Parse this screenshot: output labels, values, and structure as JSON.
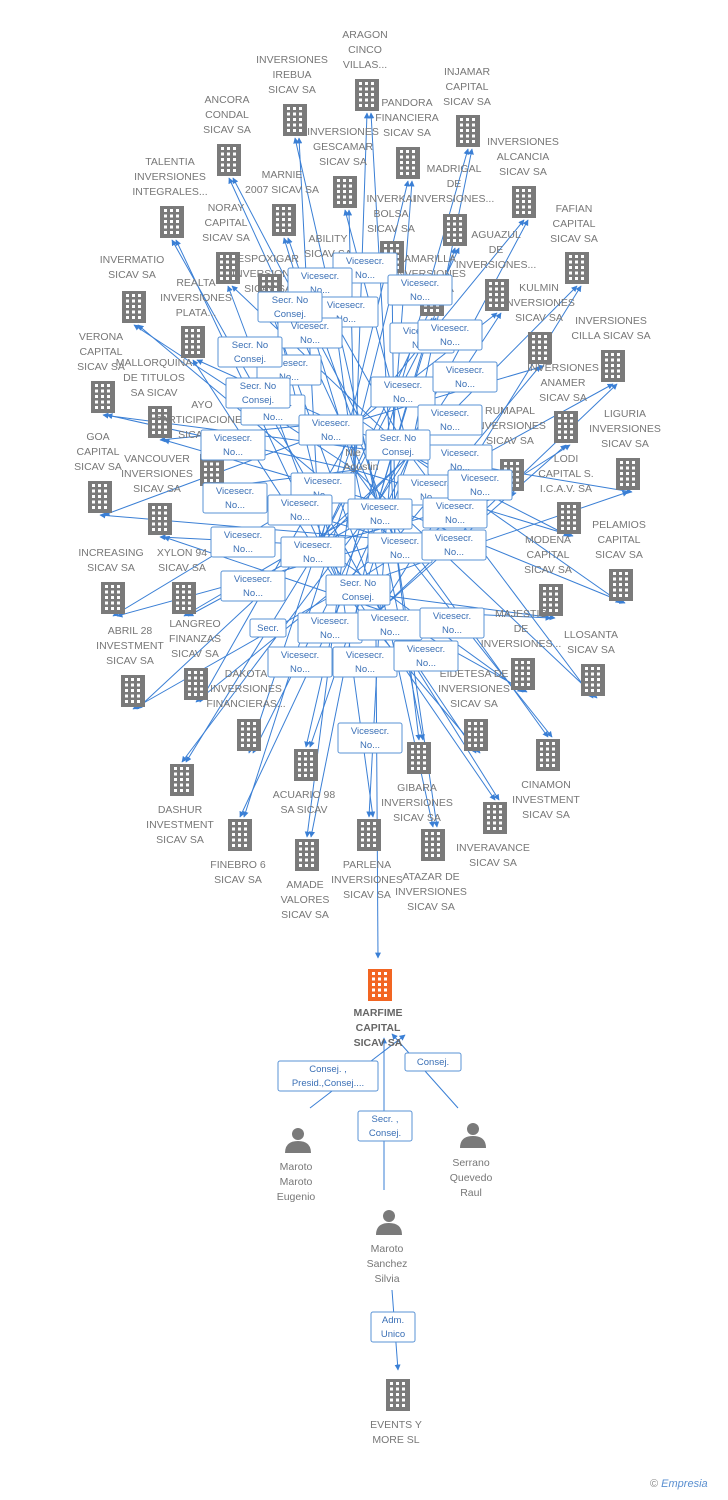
{
  "focus": {
    "label": [
      "MARFIME",
      "CAPITAL",
      "SICAV SA"
    ]
  },
  "companies": [
    {
      "id": "aragon",
      "label": [
        "ARAGON",
        "CINCO",
        "VILLAS..."
      ]
    },
    {
      "id": "irebua",
      "label": [
        "INVERSIONES",
        "IREBUA",
        "SICAV SA"
      ]
    },
    {
      "id": "injamar",
      "label": [
        "INJAMAR",
        "CAPITAL",
        "SICAV SA"
      ]
    },
    {
      "id": "ancora",
      "label": [
        "ANCORA",
        "CONDAL",
        "SICAV SA"
      ]
    },
    {
      "id": "pandora",
      "label": [
        "PANDORA",
        "FINANCIERA",
        "SICAV SA"
      ]
    },
    {
      "id": "gescamar",
      "label": [
        "INVERSIONES",
        "GESCAMAR",
        "SICAV SA"
      ]
    },
    {
      "id": "alcancia",
      "label": [
        "INVERSIONES",
        "ALCANCIA",
        "SICAV SA"
      ]
    },
    {
      "id": "talentia",
      "label": [
        "TALENTIA",
        "INVERSIONES",
        "INTEGRALES..."
      ]
    },
    {
      "id": "marnie",
      "label": [
        "MARNIE",
        "2007 SICAV SA"
      ]
    },
    {
      "id": "madrigal",
      "label": [
        "MADRIGAL",
        "DE",
        "INVERSIONES..."
      ]
    },
    {
      "id": "noray",
      "label": [
        "NORAY",
        "CAPITAL",
        "SICAV SA"
      ]
    },
    {
      "id": "inverkai",
      "label": [
        "INVERKAI",
        "BOLSA",
        "SICAV SA"
      ]
    },
    {
      "id": "fafian",
      "label": [
        "FAFIAN",
        "CAPITAL",
        "SICAV SA"
      ]
    },
    {
      "id": "ability",
      "label": [
        "ABILITY",
        "SICAV SA"
      ]
    },
    {
      "id": "aguazul",
      "label": [
        "AGUAZUL",
        "DE",
        "INVERSIONES..."
      ]
    },
    {
      "id": "espoxigar",
      "label": [
        "ESPOXIGAR",
        "INVERSIONES",
        "SICAV SA"
      ]
    },
    {
      "id": "invermatio",
      "label": [
        "INVERMATIO",
        "SICAV SA"
      ]
    },
    {
      "id": "amarilla",
      "label": [
        "AMARILLA",
        "INVERSIONES",
        "SICAV SA"
      ]
    },
    {
      "id": "realta",
      "label": [
        "REALTA",
        "INVERSIONES",
        "PLATA..."
      ]
    },
    {
      "id": "kulmin",
      "label": [
        "KULMIN",
        "INVERSIONES",
        "SICAV SA"
      ]
    },
    {
      "id": "cilla",
      "label": [
        "INVERSIONES",
        "CILLA SICAV SA"
      ]
    },
    {
      "id": "verona",
      "label": [
        "VERONA",
        "CAPITAL",
        "SICAV SA"
      ]
    },
    {
      "id": "mallorquina",
      "label": [
        "MALLORQUINA",
        "DE TITULOS",
        "SA SICAV"
      ]
    },
    {
      "id": "anamer",
      "label": [
        "INVERSIONES",
        "ANAMER",
        "SICAV SA"
      ]
    },
    {
      "id": "ayo",
      "label": [
        "AYO",
        "PARTICIPACIONES",
        "SICAV SA"
      ]
    },
    {
      "id": "rumapal",
      "label": [
        "RUMAPAL",
        "INVERSIONES",
        "SICAV SA"
      ]
    },
    {
      "id": "liguria",
      "label": [
        "LIGURIA",
        "INVERSIONES",
        "SICAV SA"
      ]
    },
    {
      "id": "goa",
      "label": [
        "GOA",
        "CAPITAL",
        "SICAV SA"
      ]
    },
    {
      "id": "vancouver",
      "label": [
        "VANCOUVER",
        "INVERSIONES",
        "SICAV SA"
      ]
    },
    {
      "id": "lodi",
      "label": [
        "LODI",
        "CAPITAL S.",
        "I.C.A.V. SA"
      ]
    },
    {
      "id": "pelamios",
      "label": [
        "PELAMIOS",
        "CAPITAL",
        "SICAV SA"
      ]
    },
    {
      "id": "modena",
      "label": [
        "MODENA",
        "CAPITAL",
        "SICAV SA"
      ]
    },
    {
      "id": "increasing",
      "label": [
        "INCREASING",
        "SICAV SA"
      ]
    },
    {
      "id": "xylon",
      "label": [
        "XYLON 94",
        "SICAV SA"
      ]
    },
    {
      "id": "abril",
      "label": [
        "ABRIL 28",
        "INVESTMENT",
        "SICAV SA"
      ]
    },
    {
      "id": "langreo",
      "label": [
        "LANGREO",
        "FINANZAS",
        "SICAV SA"
      ]
    },
    {
      "id": "majestic",
      "label": [
        "MAJESTIC",
        "DE",
        "INVERSIONES..."
      ]
    },
    {
      "id": "llosanta",
      "label": [
        "LLOSANTA",
        "SICAV SA"
      ]
    },
    {
      "id": "dakota",
      "label": [
        "DAKOTA",
        "INVERSIONES",
        "FINANCIERAS..."
      ]
    },
    {
      "id": "eidetesa",
      "label": [
        "EIDETESA DE",
        "INVERSIONES",
        "SICAV SA"
      ]
    },
    {
      "id": "cinamon",
      "label": [
        "CINAMON",
        "INVESTMENT",
        "SICAV SA"
      ]
    },
    {
      "id": "dashur",
      "label": [
        "DASHUR",
        "INVESTMENT",
        "SICAV SA"
      ]
    },
    {
      "id": "acuario",
      "label": [
        "ACUARIO 98",
        "SA SICAV"
      ]
    },
    {
      "id": "gibara",
      "label": [
        "GIBARA",
        "INVERSIONES",
        "SICAV SA"
      ]
    },
    {
      "id": "inveravance",
      "label": [
        "INVERAVANCE",
        "SICAV SA"
      ]
    },
    {
      "id": "finebro",
      "label": [
        "FINEBRO 6",
        "SICAV SA"
      ]
    },
    {
      "id": "amade",
      "label": [
        "AMADE",
        "VALORES",
        "SICAV SA"
      ]
    },
    {
      "id": "parlena",
      "label": [
        "PARLENA",
        "INVERSIONES",
        "SICAV SA"
      ]
    },
    {
      "id": "atazar",
      "label": [
        "ATAZAR DE",
        "INVERSIONES",
        "SICAV SA"
      ]
    },
    {
      "id": "events",
      "label": [
        "EVENTS Y",
        "MORE SL"
      ]
    }
  ],
  "people": [
    {
      "id": "eugenio",
      "label": [
        "Maroto",
        "Maroto",
        "Eugenio"
      ]
    },
    {
      "id": "raul",
      "label": [
        "Serrano",
        "Quevedo",
        "Raul"
      ]
    },
    {
      "id": "silvia",
      "label": [
        "Maroto",
        "Sanchez",
        "Silvia"
      ]
    }
  ],
  "hub_label_fragments": [
    "Nie",
    "Agustin"
  ],
  "edge_labels": {
    "vicesecr": [
      "Vicesecr.",
      "No..."
    ],
    "secr_no_consej": [
      "Secr.  No",
      "Consej."
    ],
    "secr": [
      "Secr."
    ],
    "eugenio_focus": [
      "Consej. ,",
      "Presid.,Consej...."
    ],
    "silvia_focus": [
      "Secr. ,",
      "Consej."
    ],
    "raul_focus": [
      "Consej."
    ],
    "silvia_events": [
      "Adm.",
      "Unico"
    ]
  },
  "colors": {
    "edge": "#3a7fd5",
    "building": "#7a7a7a",
    "focus_building": "#f26522",
    "person": "#7a7a7a"
  },
  "credit": {
    "symbol": "©",
    "brand": "Empresia"
  }
}
